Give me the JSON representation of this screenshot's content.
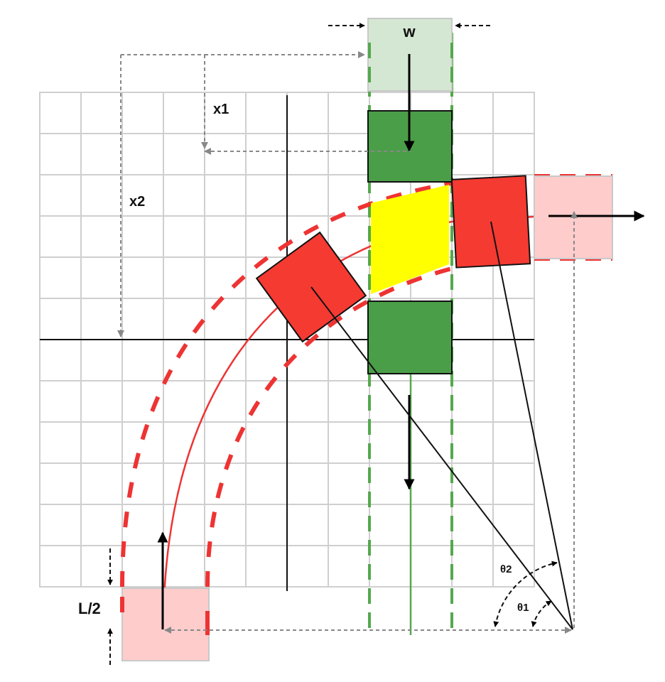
{
  "labels": {
    "width": "w",
    "x1": "x1",
    "x2": "x2",
    "half_length": "L/2",
    "theta1": "θ1",
    "theta2": "θ2"
  },
  "colors": {
    "grid": "#cfcfcf",
    "axis": "#111111",
    "green_vehicle": "#4b9e48",
    "green_ghost": "#d4e7d2",
    "red_vehicle": "#f53a32",
    "red_ghost": "#ffcccc",
    "conflict_zone": "#ffff00",
    "dashed_path": "#ee3333",
    "green_lane": "#55a84e"
  }
}
